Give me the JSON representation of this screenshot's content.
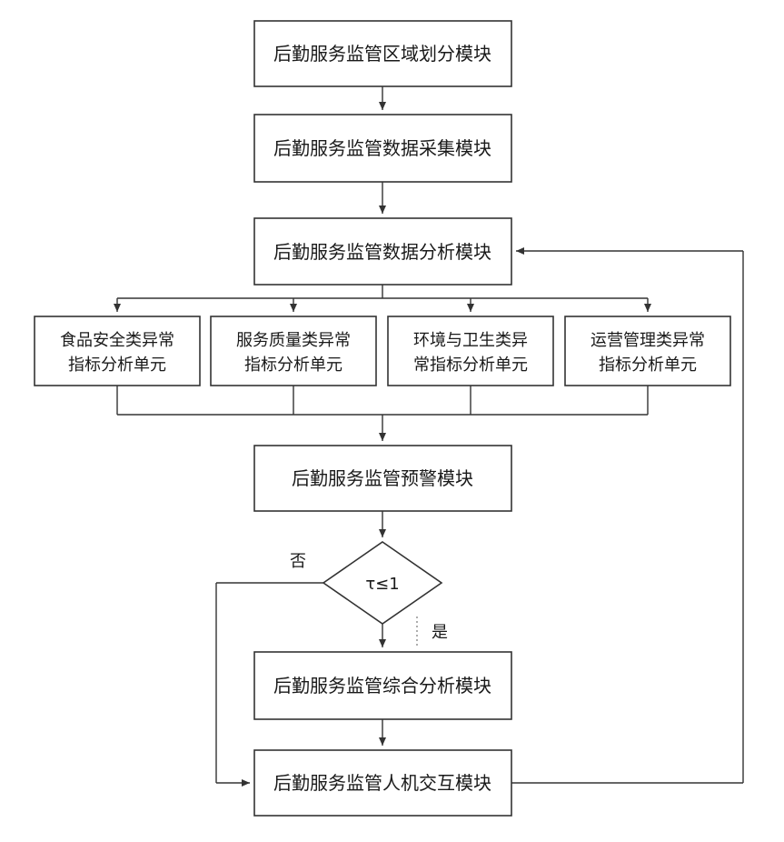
{
  "flowchart": {
    "region_module": "后勤服务监管区域划分模块",
    "collect_module": "后勤服务监管数据采集模块",
    "analysis_module": "后勤服务监管数据分析模块",
    "units": [
      {
        "line1": "食品安全类异常",
        "line2": "指标分析单元"
      },
      {
        "line1": "服务质量类异常",
        "line2": "指标分析单元"
      },
      {
        "line1": "环境与卫生类异",
        "line2": "常指标分析单元"
      },
      {
        "line1": "运营管理类异常",
        "line2": "指标分析单元"
      }
    ],
    "warning_module": "后勤服务监管预警模块",
    "decision": "τ≤1",
    "no_label": "否",
    "yes_label": "是",
    "comprehensive_module": "后勤服务监管综合分析模块",
    "hci_module": "后勤服务监管人机交互模块"
  }
}
